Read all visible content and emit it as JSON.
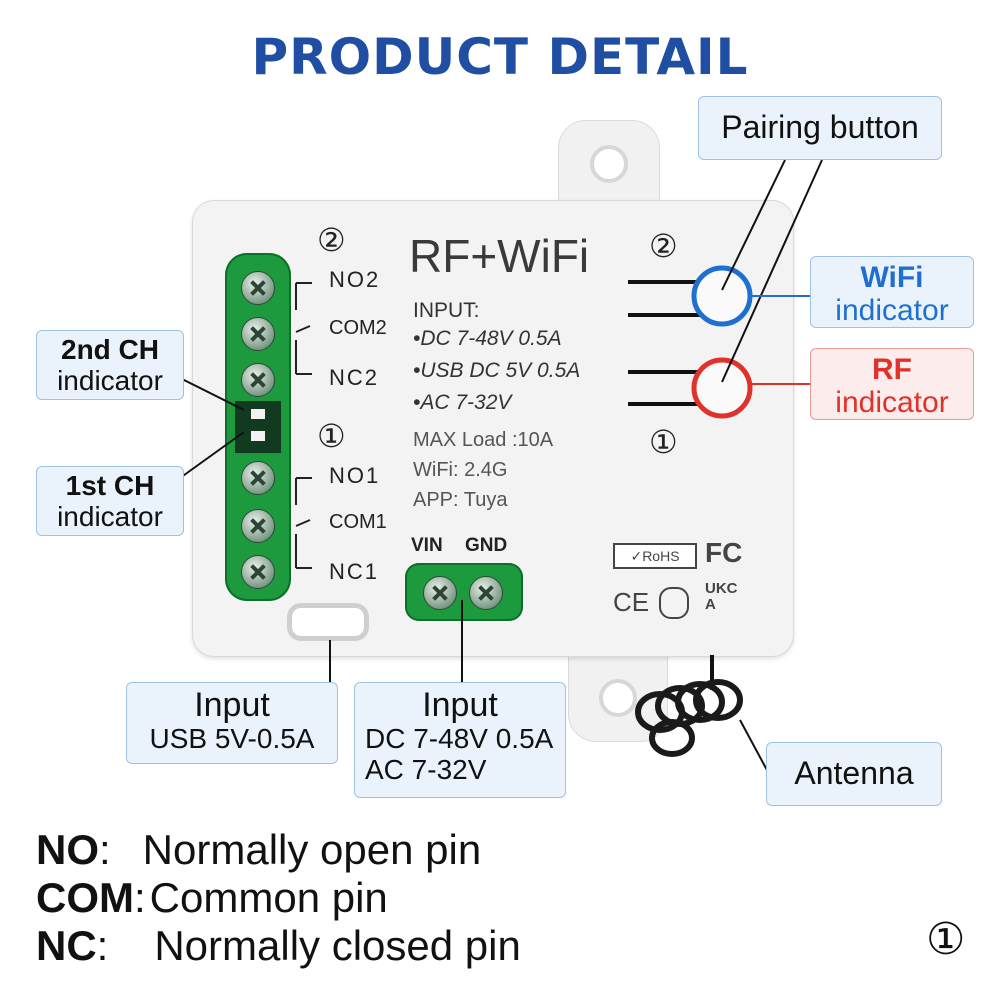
{
  "title": "PRODUCT DETAIL",
  "device": {
    "brand_text": "RF+WiFi",
    "input_heading": "INPUT:",
    "input_lines": [
      "•DC 7-48V 0.5A",
      "•USB DC 5V 0.5A",
      "•AC 7-32V"
    ],
    "spec_lines": [
      "MAX Load :10A",
      "WiFi: 2.4G",
      "APP: Tuya"
    ],
    "channel_2_mark": "②",
    "channel_1_mark": "①",
    "ch2_pins": [
      "NO2",
      "COM2",
      "NC2"
    ],
    "ch1_pins": [
      "NO1",
      "COM1",
      "NC1"
    ],
    "power_pins": [
      "VIN",
      "GND"
    ],
    "cert_marks": [
      "RoHS",
      "FC",
      "CE",
      "UKCA"
    ]
  },
  "callouts": {
    "pairing_button": "Pairing button",
    "wifi_indicator": {
      "line1": "WiFi",
      "line2": "indicator"
    },
    "rf_indicator": {
      "line1": "RF",
      "line2": "indicator"
    },
    "second_ch_indicator": {
      "line1": "2nd CH",
      "line2": "indicator"
    },
    "first_ch_indicator": {
      "line1": "1st CH",
      "line2": "indicator"
    },
    "usb_input": {
      "line1": "Input",
      "line2": "USB 5V-0.5A"
    },
    "dc_input": {
      "line1": "Input",
      "line2": "DC 7-48V 0.5A",
      "line3": "AC 7-32V"
    },
    "antenna": "Antenna"
  },
  "legend": [
    {
      "term": "NO",
      "sep": ":",
      "desc": "Normally open pin"
    },
    {
      "term": "COM",
      "sep": ":",
      "desc": "Common pin"
    },
    {
      "term": "NC",
      "sep": ":",
      "desc": "Normally closed pin"
    }
  ],
  "page_marker": "①",
  "colors": {
    "title_blue": "#1f4ea3",
    "wifi_blue": "#1e6fd0",
    "rf_red": "#e0322a",
    "terminal_green": "#1c9a3d",
    "callout_fill": "#eaf3fc"
  }
}
